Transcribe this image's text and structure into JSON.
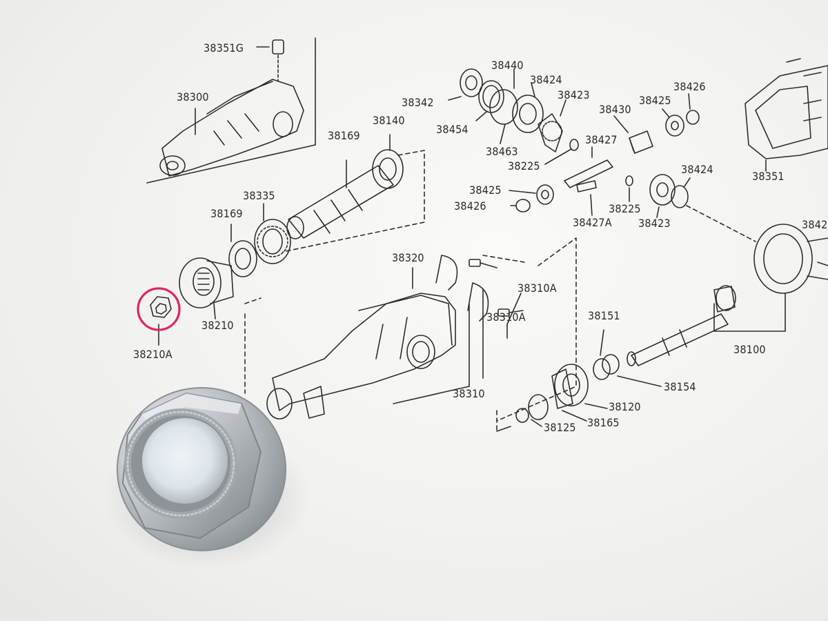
{
  "labels": {
    "p38351G": "38351G",
    "p38300": "38300",
    "p38169a": "38169",
    "p38140": "38140",
    "p38335": "38335",
    "p38169b": "38169",
    "p38210": "38210",
    "p38210A": "38210A",
    "p38342": "38342",
    "p38440": "38440",
    "p38424a": "38424",
    "p38423a": "38423",
    "p38454": "38454",
    "p38463": "38463",
    "p38225a": "38225",
    "p38430": "38430",
    "p38425a": "38425",
    "p38426a": "38426",
    "p38427": "38427",
    "p38425b": "38425",
    "p38426b": "38426",
    "p38225b": "38225",
    "p38424b": "38424",
    "p38423b": "38423",
    "p38427A": "38427A",
    "p38351": "38351",
    "p3842": "3842",
    "p38320": "38320",
    "p38310Aa": "38310A",
    "p38310Ab": "38310A",
    "p38310": "38310",
    "p38151": "38151",
    "p38154": "38154",
    "p38120": "38120",
    "p38165": "38165",
    "p38125": "38125",
    "p38100": "38100"
  },
  "highlight_color": "#e0245e",
  "photo": {
    "subject": "flange-nut-photo"
  }
}
